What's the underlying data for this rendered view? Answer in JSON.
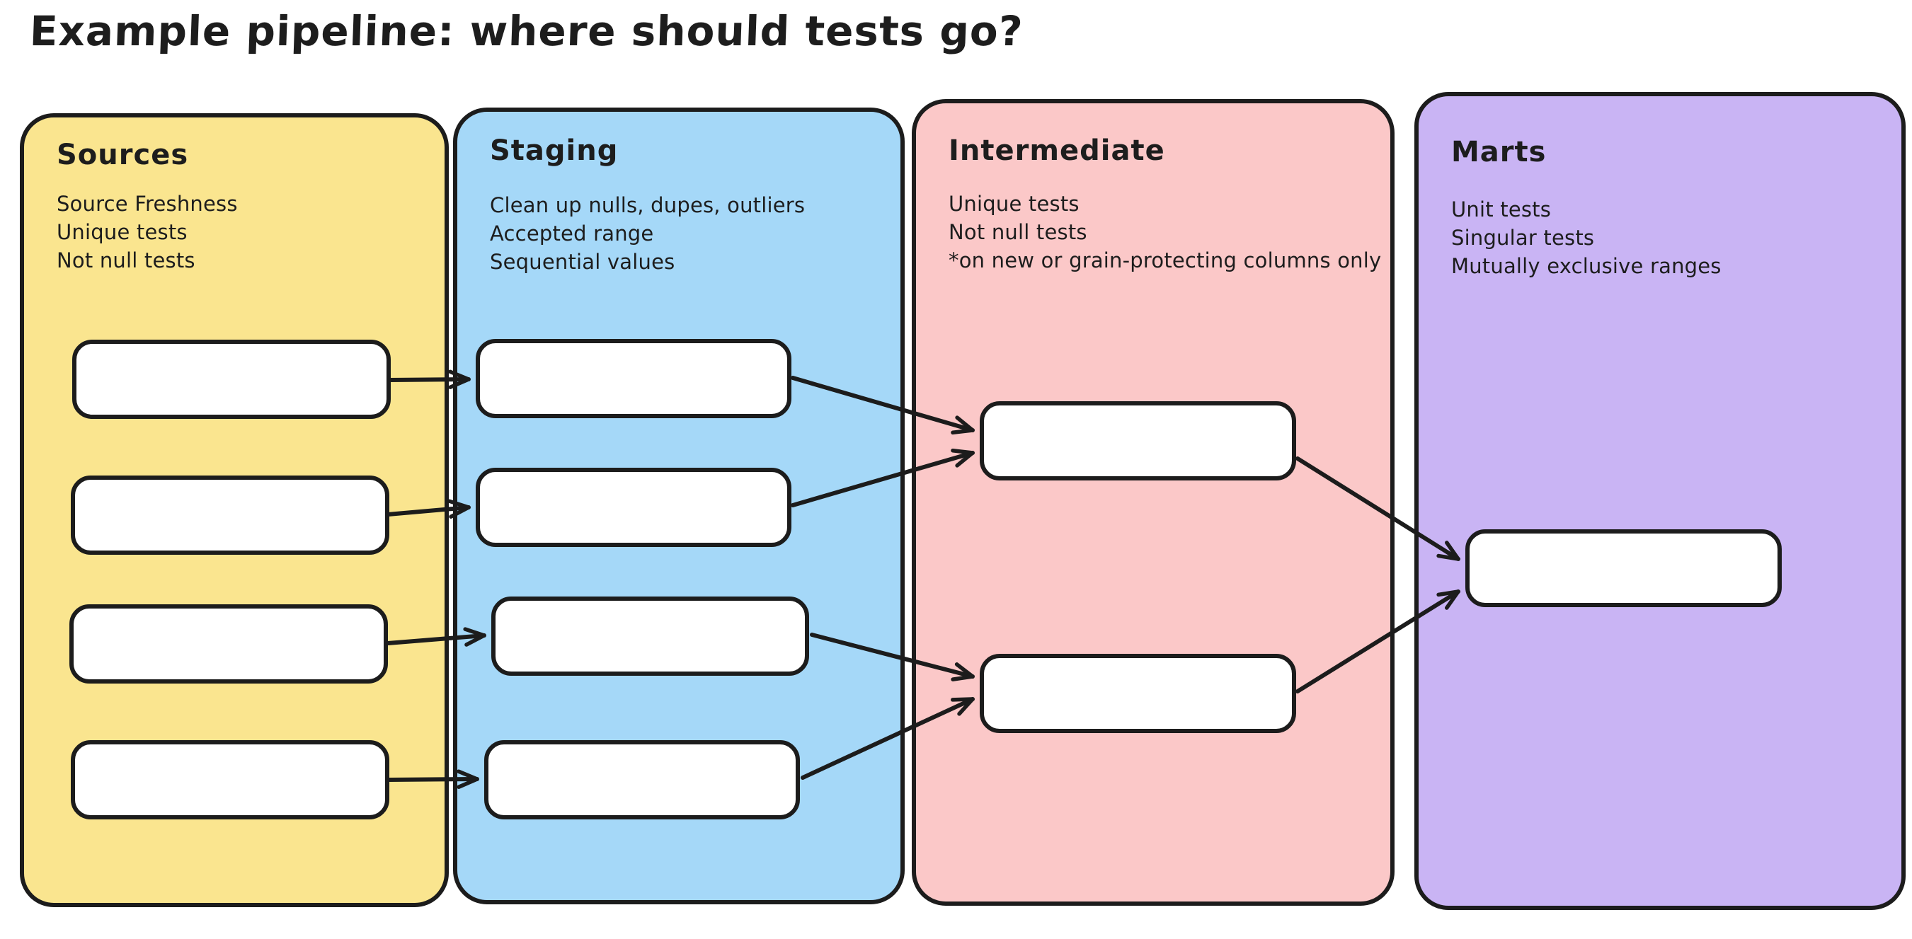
{
  "title": "Example pipeline: where should tests go?",
  "columns": [
    {
      "id": "sources",
      "title": "Sources",
      "tests": [
        "Source Freshness",
        "Unique tests",
        "Not null tests"
      ],
      "fill": "#FAE58F",
      "box_count": 4
    },
    {
      "id": "staging",
      "title": "Staging",
      "tests": [
        "Clean up nulls, dupes, outliers",
        "Accepted range",
        "Sequential values"
      ],
      "fill": "#A5D8F8",
      "box_count": 4
    },
    {
      "id": "intermediate",
      "title": "Intermediate",
      "tests": [
        "Unique tests",
        "Not null tests",
        "*on new or grain-protecting columns only"
      ],
      "fill": "#FBC8C8",
      "box_count": 2
    },
    {
      "id": "marts",
      "title": "Marts",
      "tests": [
        "Unit tests",
        "Singular tests",
        "Mutually exclusive ranges"
      ],
      "fill": "#C9B4F4",
      "box_count": 1
    }
  ],
  "connections": [
    {
      "from": "sources-box-1",
      "to": "staging-box-1"
    },
    {
      "from": "sources-box-2",
      "to": "staging-box-2"
    },
    {
      "from": "sources-box-3",
      "to": "staging-box-3"
    },
    {
      "from": "sources-box-4",
      "to": "staging-box-4"
    },
    {
      "from": "staging-box-1",
      "to": "intermediate-box-1"
    },
    {
      "from": "staging-box-2",
      "to": "intermediate-box-1"
    },
    {
      "from": "staging-box-3",
      "to": "intermediate-box-2"
    },
    {
      "from": "staging-box-4",
      "to": "intermediate-box-2"
    },
    {
      "from": "intermediate-box-1",
      "to": "marts-box-1"
    },
    {
      "from": "intermediate-box-2",
      "to": "marts-box-1"
    }
  ],
  "colors": {
    "background": "#ffffff",
    "stroke": "#1c1c1c",
    "text": "#1d1d1d",
    "box_fill": "#ffffff",
    "sources_fill": "#FAE58F",
    "staging_fill": "#A5D8F8",
    "intermediate_fill": "#FBC8C8",
    "marts_fill": "#C9B4F4"
  }
}
